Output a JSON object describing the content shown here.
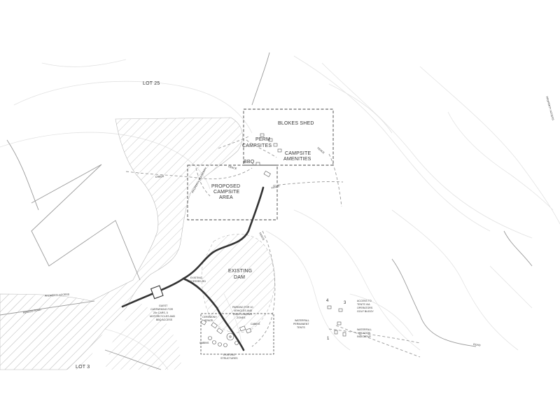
{
  "map": {
    "lots": {
      "lot25": "LOT 25",
      "lot3": "LOT 3"
    },
    "areas": {
      "blokes_shed": "BLOKES SHED",
      "perm_campsites_1": "PERM",
      "perm_campsites_2": "CAMPSITES",
      "campsite_amenities_1": "CAMPSITE",
      "campsite_amenities_2": "AMENITIES",
      "bbq": "BBQ",
      "proposed_campsite_1": "PROPOSED",
      "proposed_campsite_2": "CAMPSITE",
      "proposed_campsite_3": "AREA",
      "existing_dam_1": "EXISTING",
      "existing_dam_2": "DAM"
    },
    "small_labels": {
      "fence_1": "FENCE",
      "fence_2": "FENCE",
      "fence_3": "FENCE",
      "property_boundary": "PROPERTY BOUNDARY",
      "creek": "CREEK",
      "existing_accessed_1": "EXISTING",
      "existing_accessed_2": "ACCESSED RD",
      "property_access": "PROPERTY ACCESS",
      "fenced_road": "FENCED ROAD",
      "guest_parking_1": "GUEST",
      "guest_parking_2": "CARPARKING FOR",
      "guest_parking_3": "20x CARS, 5",
      "guest_parking_4": "MOTORCYCLES AND",
      "guest_parking_5": "BBQ ACCESS",
      "parking_1": "PARKING FOR 10",
      "parking_2": "VEHICLES AND",
      "parking_3": "HOLD LOADING",
      "parking_4": "ZONES",
      "ceremony_1": "CEREMONY",
      "ceremony_2": "SPACE",
      "cabins_1": "CABINS",
      "cabins_2": "CABINS",
      "existing_structures_1": "EXISTING",
      "existing_structures_2": "STRUCTURES",
      "access_1": "ACCESS TO",
      "access_2": "TENTS VIA",
      "access_3": "OPERATORS",
      "access_4": "GOLF BUGGY",
      "waterfall_tents_1": "WATERFALL",
      "waterfall_tents_2": "PERMANENT",
      "waterfall_tents_3": "TENTS",
      "waterfall_loc_1": "WATERFALL",
      "waterfall_loc_2": "LOCATION",
      "waterfall_loc_3": "INDICATIVE",
      "road_right": "ROAD",
      "property_access_right": "PROPERTY ACCESS"
    },
    "tent_numbers": [
      "4",
      "3",
      "1"
    ],
    "colors": {
      "background": "#ffffff",
      "road": "#333333",
      "contour": "#e2e2e2",
      "hatch": "#c8c8c8",
      "boundary": "#9a9a9a",
      "dashed_box": "#444444"
    }
  }
}
